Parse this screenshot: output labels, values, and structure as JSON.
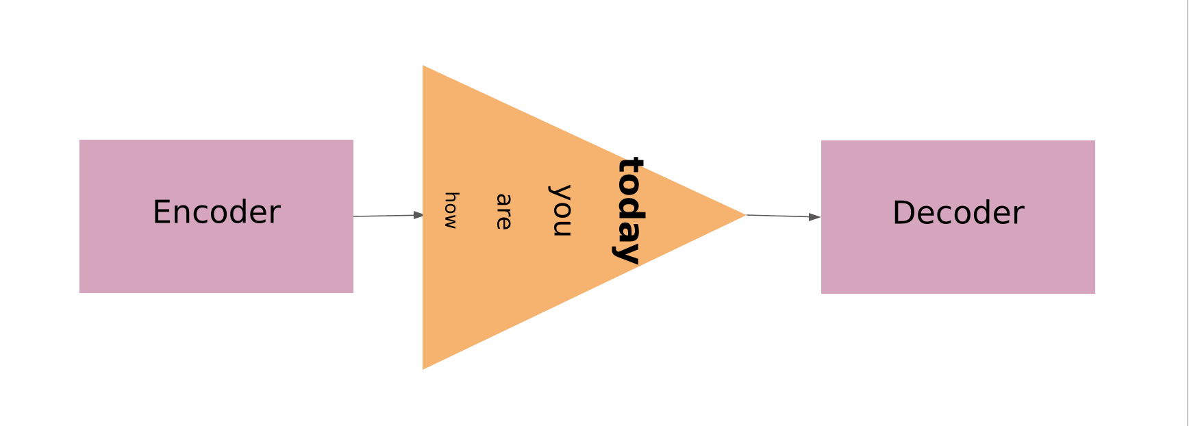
{
  "nodes": {
    "encoder": {
      "label": "Encoder"
    },
    "decoder": {
      "label": "Decoder"
    },
    "attention": {
      "words": [
        "how",
        "are",
        "you",
        "today"
      ]
    }
  },
  "colors": {
    "box_fill": "#d4a5bc",
    "triangle_fill": "#f6b26f",
    "arrow": "#595959",
    "text": "#000000"
  }
}
